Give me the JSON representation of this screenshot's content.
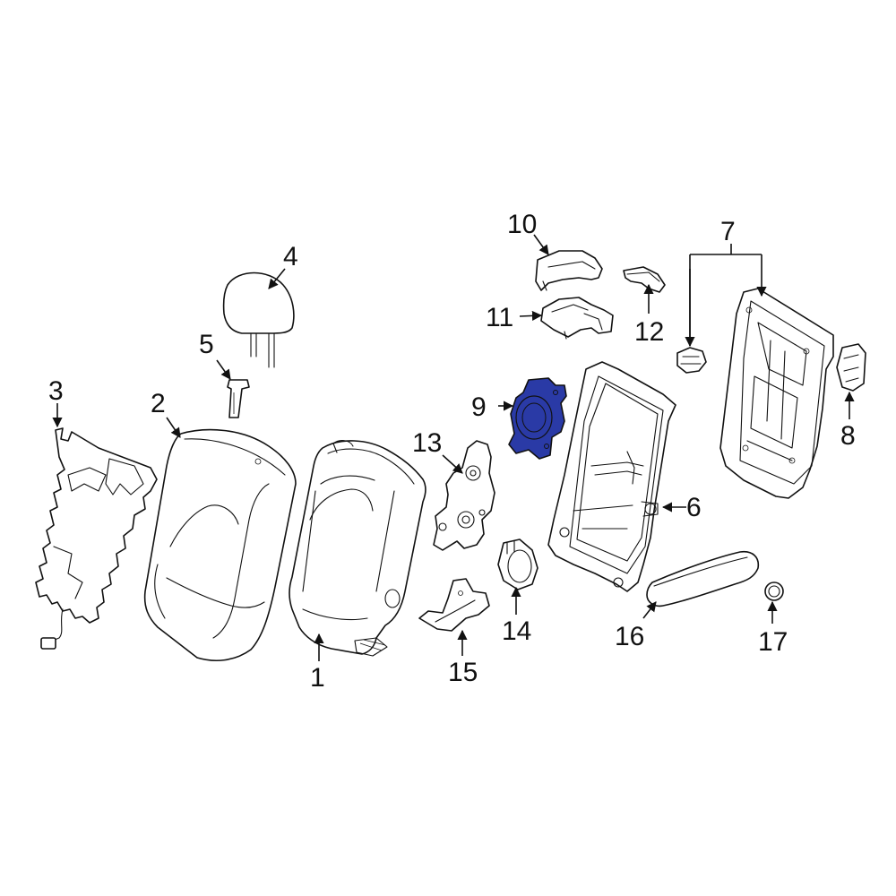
{
  "diagram": {
    "highlight_color": "#2a3aa6",
    "line_color": "#111111",
    "background": "#ffffff",
    "callouts": [
      {
        "id": "1",
        "text": "1"
      },
      {
        "id": "2",
        "text": "2"
      },
      {
        "id": "3",
        "text": "3"
      },
      {
        "id": "4",
        "text": "4"
      },
      {
        "id": "5",
        "text": "5"
      },
      {
        "id": "6",
        "text": "6"
      },
      {
        "id": "7",
        "text": "7"
      },
      {
        "id": "8",
        "text": "8"
      },
      {
        "id": "9",
        "text": "9",
        "highlighted": true
      },
      {
        "id": "10",
        "text": "10"
      },
      {
        "id": "11",
        "text": "11"
      },
      {
        "id": "12",
        "text": "12"
      },
      {
        "id": "13",
        "text": "13"
      },
      {
        "id": "14",
        "text": "14"
      },
      {
        "id": "15",
        "text": "15"
      },
      {
        "id": "16",
        "text": "16"
      },
      {
        "id": "17",
        "text": "17"
      }
    ]
  }
}
